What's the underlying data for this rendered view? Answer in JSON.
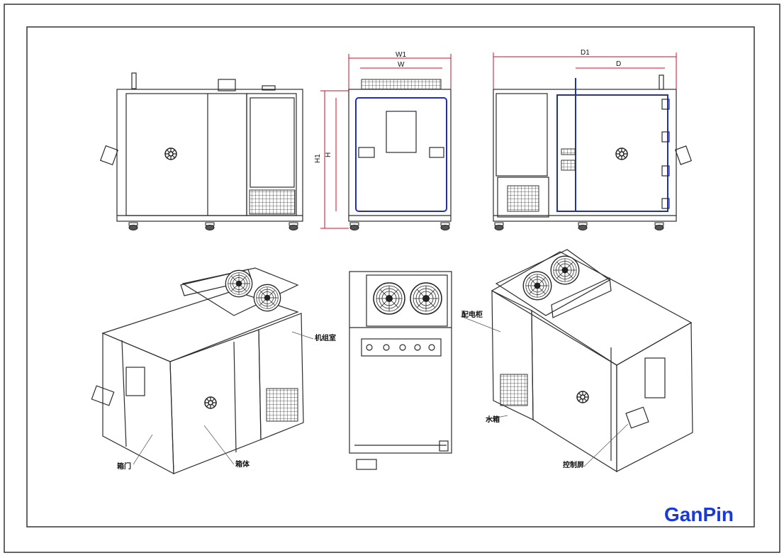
{
  "colors": {
    "line": "#2b2b2b",
    "dimension": "#c8102e",
    "blue_frame": "#1f2fb8",
    "logo": "#1a3ad6"
  },
  "dimensions": {
    "w1": "W1",
    "w": "W",
    "h": "H",
    "h1": "H1",
    "d1": "D1",
    "d": "D"
  },
  "callouts": {
    "box_door": "箱门",
    "box_body": "箱体",
    "machine_room": "机组室",
    "electrical_cabinet": "配电柜",
    "water_tank": "水箱",
    "control_panel": "控制屏"
  },
  "logo": {
    "text": "GanPin"
  },
  "icons": [
    "fan-icon",
    "handwheel-icon",
    "caster-icon"
  ]
}
